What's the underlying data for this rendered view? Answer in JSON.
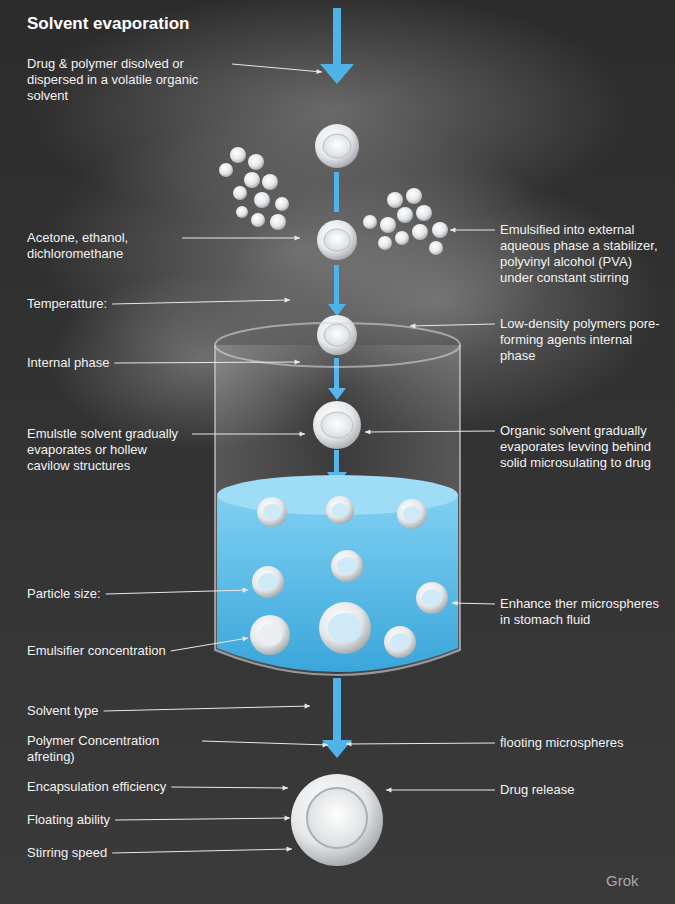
{
  "diagram": {
    "title": "Solvent evaporation",
    "labels": [
      "Drug & polymer disolved or dispersed in a volatile organic solvent",
      "Acetone, ethanol, dichloromethane",
      "Temperatture:",
      "Internal phase",
      "Emulstle solvent gradually evaporates or hollew cavilow structures",
      "Particle size:",
      "Emulsifier concentration",
      "Solvent type",
      "Polymer Concentration afreting)",
      "Encapsulation efficiency",
      "Floating ability",
      "Stirring speed",
      "Emulsified into external aqueous phase a stabilizer, polyvinyl alcohol (PVA) under constant stirring",
      "Low-density polymers pore-forming agents internal phase",
      "Organic solvent gradually evaporates levving behind solid microsulating to drug",
      "Enhance ther microspheres in stomach fluid",
      "ḟlooting microspheres",
      "Drug release",
      "Grok"
    ]
  }
}
